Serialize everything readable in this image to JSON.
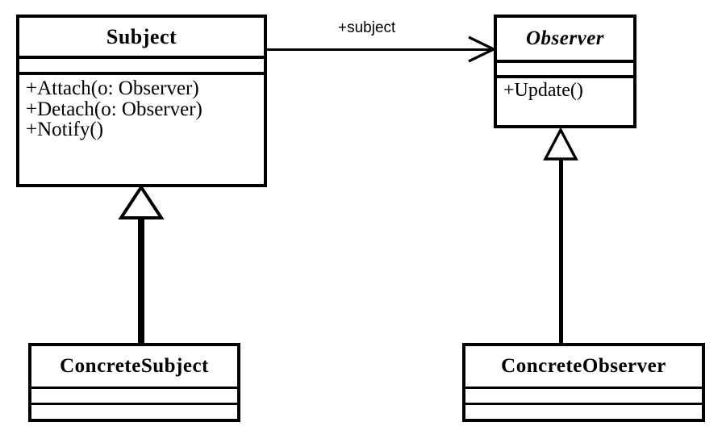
{
  "diagram": {
    "title": "Observer Pattern UML Class Diagram",
    "type": "uml-class-diagram",
    "background_color": "#ffffff",
    "line_color": "#000000",
    "text_color": "#000000"
  },
  "classes": {
    "subject": {
      "name": "Subject",
      "stereotype": "",
      "is_abstract": false,
      "attributes": [],
      "operations": [
        "+Attach(o: Observer)",
        "+Detach(o: Observer)",
        "+Notify()"
      ]
    },
    "observer": {
      "name": "Observer",
      "stereotype": "",
      "is_abstract": true,
      "attributes": [],
      "operations": [
        "+Update()"
      ]
    },
    "concrete_subject": {
      "name": "ConcreteSubject",
      "stereotype": "",
      "is_abstract": false,
      "attributes": [],
      "operations": []
    },
    "concrete_observer": {
      "name": "ConcreteObserver",
      "stereotype": "",
      "is_abstract": false,
      "attributes": [],
      "operations": []
    }
  },
  "relationships": {
    "association_subject_observer": {
      "kind": "association",
      "from": "Subject",
      "to": "Observer",
      "label": "+subject",
      "arrow": "open-arrow"
    },
    "generalization_concrete_subject": {
      "kind": "generalization",
      "from": "ConcreteSubject",
      "to": "Subject",
      "label": "",
      "arrow": "hollow-triangle"
    },
    "generalization_concrete_observer": {
      "kind": "generalization",
      "from": "ConcreteObserver",
      "to": "Observer",
      "label": "",
      "arrow": "hollow-triangle"
    }
  }
}
